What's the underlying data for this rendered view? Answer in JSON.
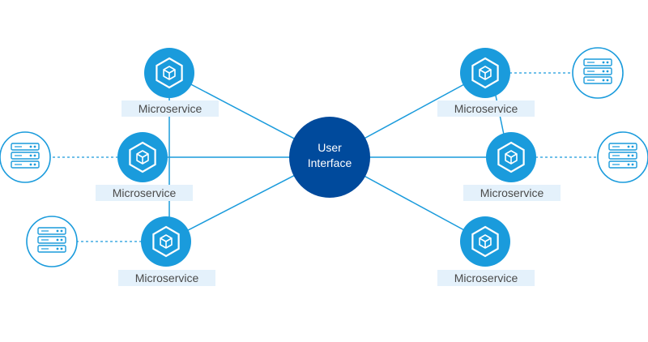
{
  "diagram": {
    "center": {
      "line1": "User",
      "line2": "Interface",
      "color": "#004a9c"
    },
    "accent_color": "#1a9bdc",
    "label_bg_color": "#e4f1fb",
    "nodes": [
      {
        "id": "ms-left-top",
        "label": "Microservice",
        "has_database": false,
        "icon": "cube-icon"
      },
      {
        "id": "ms-left-middle",
        "label": "Microservice",
        "has_database": true,
        "icon": "cube-icon"
      },
      {
        "id": "ms-left-bottom",
        "label": "Microservice",
        "has_database": true,
        "icon": "cube-icon"
      },
      {
        "id": "ms-right-top",
        "label": "Microservice",
        "has_database": true,
        "icon": "cube-icon"
      },
      {
        "id": "ms-right-middle",
        "label": "Microservice",
        "has_database": true,
        "icon": "cube-icon"
      },
      {
        "id": "ms-right-bottom",
        "label": "Microservice",
        "has_database": false,
        "icon": "cube-icon"
      }
    ],
    "database_icon": "server-rack-icon"
  }
}
